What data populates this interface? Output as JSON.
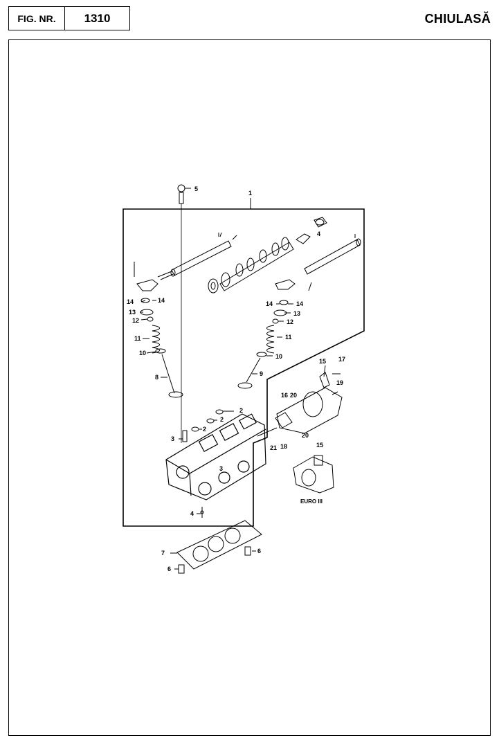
{
  "header": {
    "fig_label": "FIG. NR.",
    "fig_number": "1310",
    "title": "CHIULASĂ"
  },
  "callouts": {
    "c1": "1",
    "c2a": "2",
    "c2b": "2",
    "c2c": "2",
    "c3a": "3",
    "c3b": "3",
    "c4": "4",
    "c5": "5",
    "c6a": "6",
    "c6b": "6",
    "c7": "7",
    "c8": "8",
    "c9": "9",
    "c10a": "10",
    "c10b": "10",
    "c11a": "11",
    "c11b": "11",
    "c12a": "12",
    "c12b": "12",
    "c13a": "13",
    "c13b": "13",
    "c14a": "14",
    "c14b": "14",
    "c14c": "14",
    "c14d": "14",
    "c15a": "15",
    "c15b": "15",
    "c16": "16",
    "c17": "17",
    "c18": "18",
    "c19": "19",
    "c20a": "20",
    "c20b": "20",
    "c21": "21",
    "c_small": "4"
  },
  "variant_label": "EURO III"
}
